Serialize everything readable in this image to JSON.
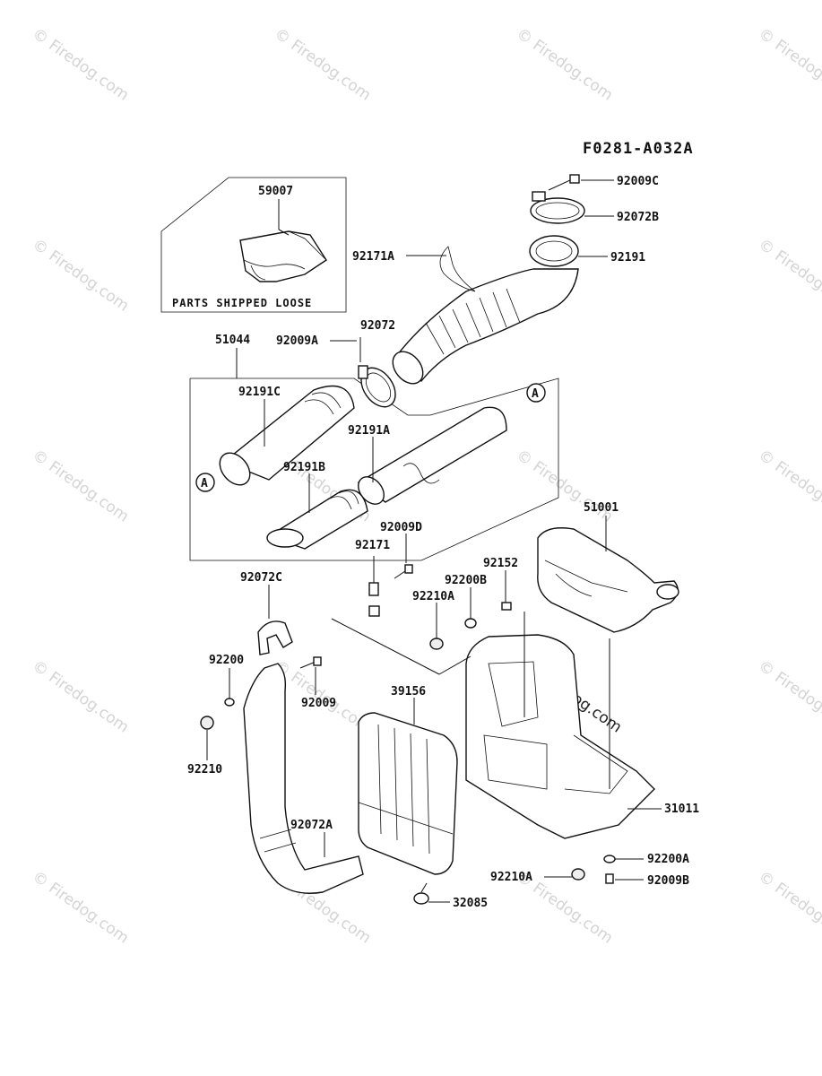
{
  "diagram_code": "F0281-A032A",
  "loose_box_caption": "PARTS SHIPPED LOOSE",
  "ref_marker": "A",
  "watermark": "© Firedog.com",
  "parts": {
    "p59007": "59007",
    "p92009C": "92009C",
    "p92072B": "92072B",
    "p92171A": "92171A",
    "p92191": "92191",
    "p92072": "92072",
    "p51044": "51044",
    "p92009A": "92009A",
    "p92191C": "92191C",
    "p92191A": "92191A",
    "p92191B": "92191B",
    "p92009D": "92009D",
    "p92171": "92171",
    "p51001": "51001",
    "p92152": "92152",
    "p92200B": "92200B",
    "p92210A_top": "92210A",
    "p92072C": "92072C",
    "p92200": "92200",
    "p92009": "92009",
    "p39156": "39156",
    "p92210": "92210",
    "p31011": "31011",
    "p92072A": "92072A",
    "p92200A": "92200A",
    "p92210A_bottom": "92210A",
    "p92009B": "92009B",
    "p32085": "32085"
  }
}
